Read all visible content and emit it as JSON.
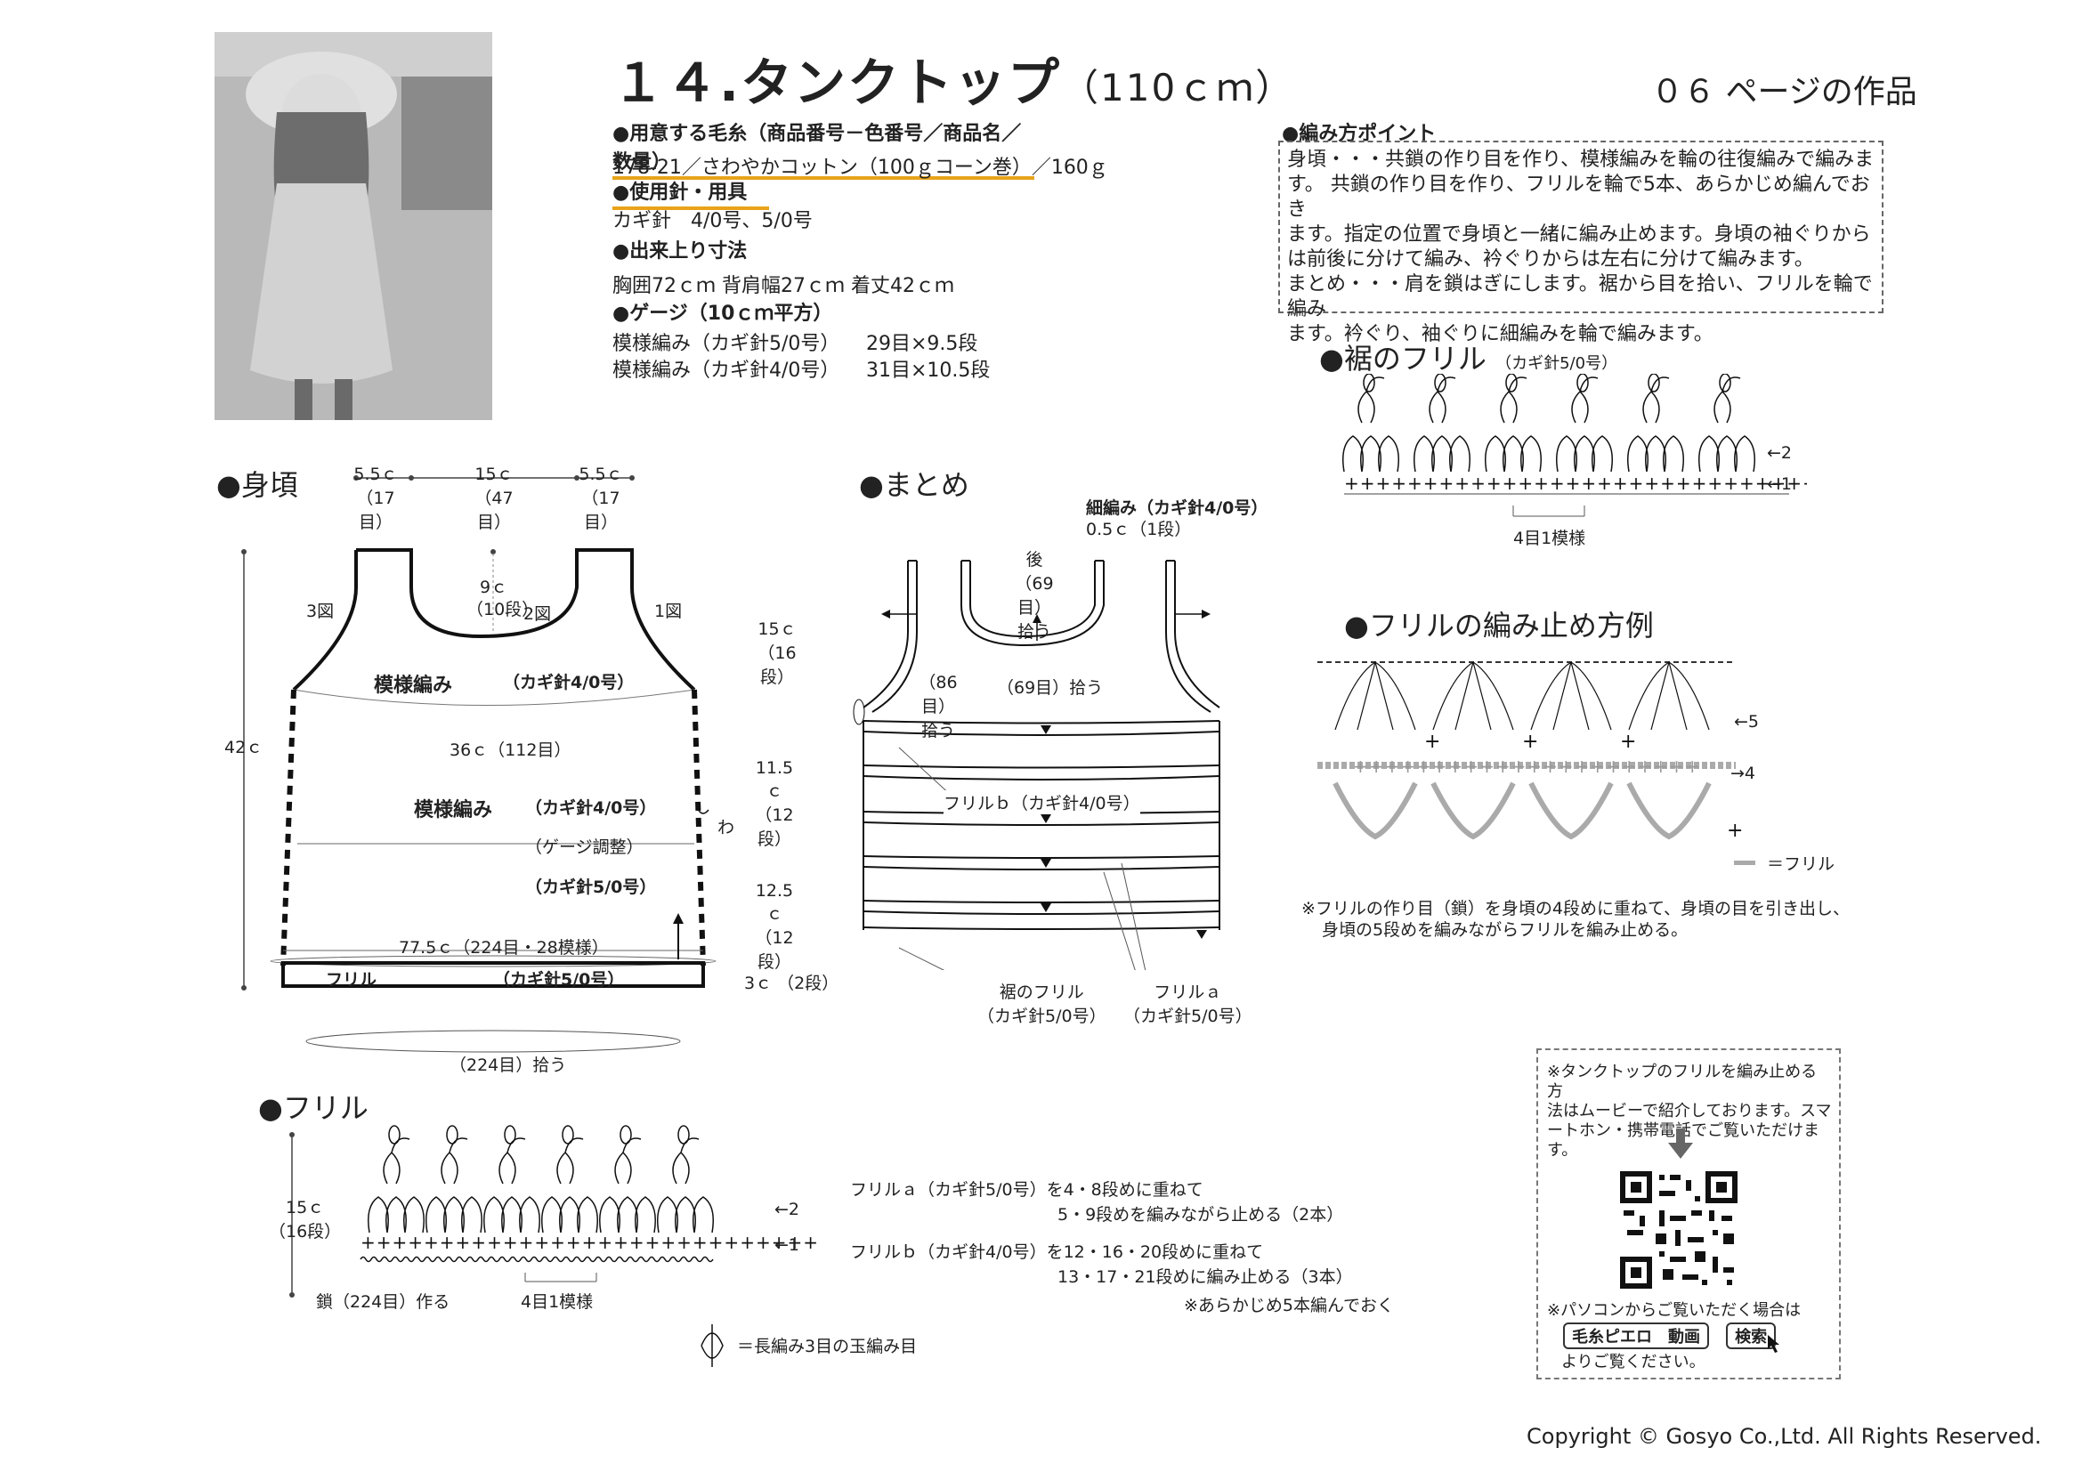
{
  "header": {
    "title": "１４.タンクトップ",
    "size": "（110ｃｍ）",
    "page_ref": "０６ ページの作品"
  },
  "materials": {
    "yarn_heading": "●用意する毛糸（商品番号－色番号／商品名／数量）",
    "yarn_value": "178-21／さわやかコットン（100ｇコーン巻）／160ｇ",
    "tools_heading": "●使用針・用具",
    "tools_value": "カギ針　4/0号、5/0号",
    "size_heading": "●出来上り寸法",
    "size_value": "胸囲72ｃｍ 背肩幅27ｃｍ 着丈42ｃｍ",
    "gauge_heading": "●ゲージ（10ｃｍ平方）",
    "gauge_rows": [
      {
        "label": "模様編み（カギ針5/0号）",
        "value": "29目×9.5段"
      },
      {
        "label": "模様編み（カギ針4/0号）",
        "value": "31目×10.5段"
      }
    ]
  },
  "points": {
    "heading": "●編み方ポイント",
    "lines": [
      "身頃・・・共鎖の作り目を作り、模様編みを輪の往復編みで編みま",
      "す。 共鎖の作り目を作り、フリルを輪で5本、あらかじめ編んでおき",
      "ます。指定の位置で身頃と一緒に編み止めます。身頃の袖ぐりから",
      "は前後に分けて編み、衿ぐりからは左右に分けて編みます。",
      "まとめ・・・肩を鎖はぎにします。裾から目を拾い、フリルを輪で編み",
      "ます。衿ぐり、袖ぐりに細編みを輪で編みます。"
    ]
  },
  "body_section": {
    "heading": "●身頃",
    "top_dims": [
      {
        "cm": "5.5ｃ",
        "st": "（17目）"
      },
      {
        "cm": "15ｃ",
        "st": "（47目）"
      },
      {
        "cm": "5.5ｃ",
        "st": "（17目）"
      }
    ],
    "neck_depth": "9ｃ",
    "neck_rows": "（10段）",
    "fig2": "2図",
    "fig3": "3図",
    "fig1": "1図",
    "pattern": "模様編み",
    "hook40": "（カギ針4/0号）",
    "width36": "36ｃ（112目）",
    "total_height": "42ｃ",
    "wa": "わ",
    "gauge_adjust": "（ゲージ調整）",
    "hook50": "（カギ針5/0号）",
    "hem_width": "77.5ｃ（224目・28模様）",
    "frill": "フリル",
    "frill_hook": "（カギ針5/0号）",
    "pick_up": "（224目）拾う",
    "right_dims": [
      {
        "cm": "15ｃ",
        "rows": "（16段）"
      },
      {
        "cm": "11.5ｃ",
        "rows": "（12段）"
      },
      {
        "cm": "12.5ｃ",
        "rows": "（12段）"
      },
      {
        "cm": "3ｃ",
        "rows": "（2段）"
      }
    ]
  },
  "finish_section": {
    "heading": "●まとめ",
    "edge_label": "細編み（カギ針4/0号）",
    "edge_width": "0.5ｃ（1段）",
    "back": "後",
    "back_st": "（69目）",
    "back_pick": "拾う",
    "arm_st": "（86目）",
    "arm_pick": "拾う",
    "neck_pick": "（69目）拾う",
    "frill_b": "フリルｂ（カギ針4/0号）",
    "hem_frill": "裾のフリル",
    "hem_frill_hook": "（カギ針5/0号）",
    "frill_a": "フリルａ",
    "frill_a_hook": "（カギ針5/0号）"
  },
  "frill_section": {
    "heading": "●フリル",
    "height": "15ｃ",
    "rows": "（16段）",
    "chain": "鎖（224目）作る",
    "repeat": "4目1模様",
    "row2": "←2",
    "row1": "←1",
    "note_a1": "フリルａ（カギ針5/0号）を4・8段めに重ねて",
    "note_a2": "5・9段めを編みながら止める（2本）",
    "note_b1": "フリルｂ（カギ針4/0号）を12・16・20段めに重ねて",
    "note_b2": "13・17・21段めに編み止める（3本）",
    "note_pre": "※あらかじめ5本編んでおく",
    "legend": "＝長編み3目の玉編み目"
  },
  "hem_frill_section": {
    "heading": "●裾のフリル",
    "hook": "（カギ針5/0号）",
    "row2": "←2",
    "row1": "←1",
    "repeat": "4目1模様"
  },
  "frill_stop_section": {
    "heading": "●フリルの編み止め方例",
    "row5": "←5",
    "row4": "→4",
    "legend": "＝フリル",
    "note1": "※フリルの作り目（鎖）を身頃の4段めに重ねて、身頃の目を引き出し、",
    "note2": "身頃の5段めを編みながらフリルを編み止める。"
  },
  "qr": {
    "line1": "※タンクトップのフリルを編み止める方",
    "line2": "法はムービーで紹介しております。スマ",
    "line3": "ートホン・携帯電話でご覧いただけます。",
    "pc": "※パソコンからご覧いただく場合は",
    "search_term": "毛糸ピエロ　動画",
    "search_btn": "検索",
    "see": "よりご覧ください。"
  },
  "footer": {
    "copyright": "Copyright © Gosyo Co.,Ltd. All Rights Reserved."
  }
}
